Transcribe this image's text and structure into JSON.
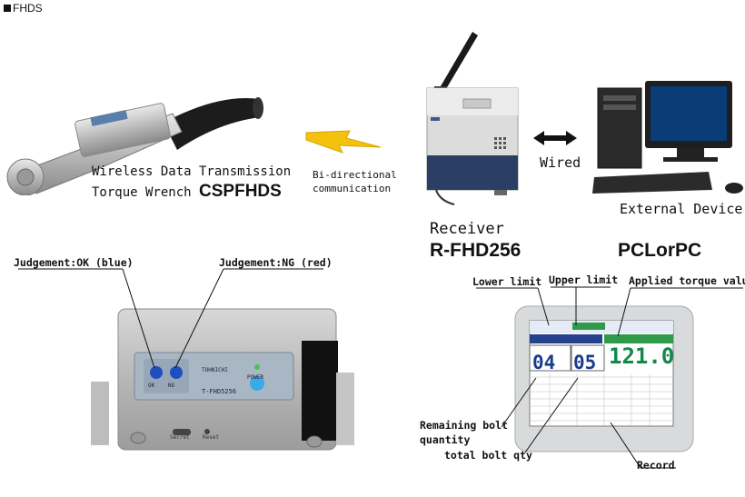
{
  "header": {
    "title": "FHDS"
  },
  "wrench": {
    "line1": "Wireless Data Transmission",
    "line2_prefix": "Torque Wrench",
    "model": "CSPFHDS"
  },
  "link": {
    "line1": "Bi-directional",
    "line2": "communication"
  },
  "receiver": {
    "label": "Receiver",
    "model": "R-FHD256"
  },
  "wired": {
    "label": "Wired"
  },
  "external": {
    "label": "External Device",
    "model": "PCLorPC"
  },
  "judgement": {
    "ok": "Judgement:OK (blue)",
    "ng": "Judgement:NG (red)"
  },
  "device_panel": {
    "ok": "OK",
    "ng": "NG",
    "brand": "TOHNICHI",
    "model": "T-FHD5256",
    "power": "POWER",
    "bottom_left": "Secret",
    "bottom_right": "Reset"
  },
  "screen": {
    "limits": {
      "lower": "Lower limit",
      "upper": "Upper limit",
      "applied": "Applied torque value"
    },
    "value": "121.0",
    "remaining": "04",
    "total": "05",
    "annotations": {
      "remaining_line1": "Remaining bolt",
      "remaining_line2": "quantity",
      "total": "total bolt qty",
      "record": "Record"
    }
  },
  "colors": {
    "ok_led": "#1e4fbf",
    "power_led": "#3aa9e8",
    "torque_text": "#12884a",
    "bolt_text": "#1a3c8c"
  }
}
